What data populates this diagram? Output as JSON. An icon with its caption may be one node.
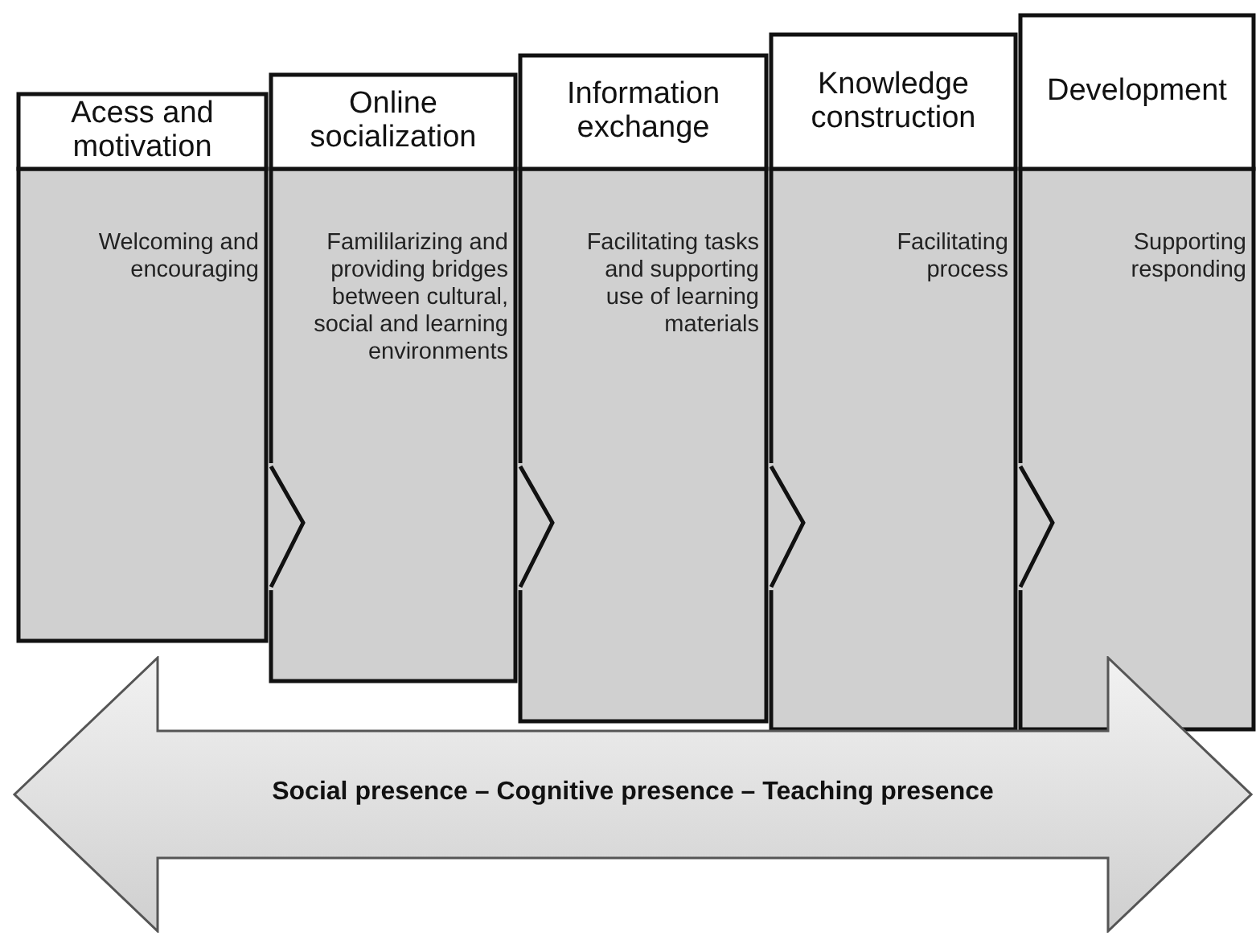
{
  "diagram": {
    "nodes": [
      {
        "text": [
          "Acess and motivation",
          "Welcoming and encouraging"
        ]
      },
      {
        "text": [
          "Online socialization",
          "Famililarizing and providing bridges between cultural, social and learning environments"
        ]
      },
      {
        "text": [
          "Information exchange",
          "Facilitating tasks and supporting use of learning materials"
        ]
      },
      {
        "text": [
          "Knowledge construction",
          "Facilitating process"
        ]
      },
      {
        "text": [
          "Development",
          "Supporting responding"
        ]
      },
      {
        "text": [
          "Social presence – Cognitive presence – Teaching presence"
        ]
      }
    ]
  }
}
